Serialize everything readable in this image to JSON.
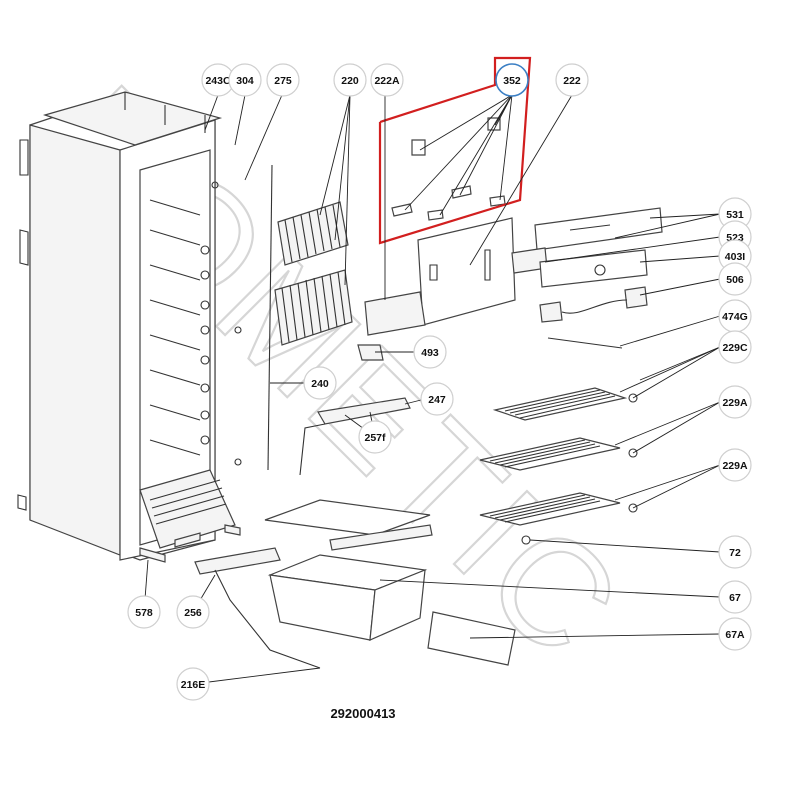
{
  "watermark": {
    "text": "DOMETIC"
  },
  "document": {
    "number": "292000413"
  },
  "highlight": {
    "color": "#d21f1f",
    "callout_ref": "352"
  },
  "callouts": [
    {
      "id": "243C",
      "label": "243C"
    },
    {
      "id": "304",
      "label": "304"
    },
    {
      "id": "275",
      "label": "275"
    },
    {
      "id": "220",
      "label": "220"
    },
    {
      "id": "222A",
      "label": "222A"
    },
    {
      "id": "352",
      "label": "352"
    },
    {
      "id": "222",
      "label": "222"
    },
    {
      "id": "531",
      "label": "531"
    },
    {
      "id": "523",
      "label": "523"
    },
    {
      "id": "403I",
      "label": "403I"
    },
    {
      "id": "506",
      "label": "506"
    },
    {
      "id": "474G",
      "label": "474G"
    },
    {
      "id": "229C",
      "label": "229C"
    },
    {
      "id": "493",
      "label": "493"
    },
    {
      "id": "240",
      "label": "240"
    },
    {
      "id": "247",
      "label": "247"
    },
    {
      "id": "257f",
      "label": "257f"
    },
    {
      "id": "229A_1",
      "label": "229A"
    },
    {
      "id": "229A_2",
      "label": "229A"
    },
    {
      "id": "72",
      "label": "72"
    },
    {
      "id": "578",
      "label": "578"
    },
    {
      "id": "256",
      "label": "256"
    },
    {
      "id": "67",
      "label": "67"
    },
    {
      "id": "67A",
      "label": "67A"
    },
    {
      "id": "216E",
      "label": "216E"
    }
  ]
}
